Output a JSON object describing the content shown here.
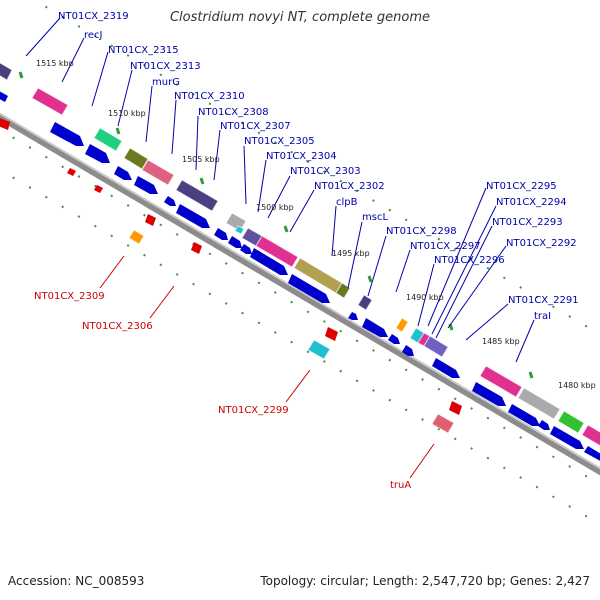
{
  "title": "Clostridium novyi NT, complete genome",
  "footer": {
    "accession_label": "Accession:",
    "accession": "NC_008593",
    "topology_label": "Topology:",
    "topology": "circular",
    "length_label": "Length:",
    "length": "2,547,720 bp",
    "genes_label": "Genes:",
    "genes": "2,427"
  },
  "colors": {
    "backbone": "#8c8c8c",
    "cds_arrow": "#0000cc",
    "rna_marker": "#dd0000",
    "tick_green": "#339933",
    "label_blue": "#0000aa",
    "label_red": "#cc0000"
  },
  "scale_labels": [
    "1515 kbp",
    "1510 kbp",
    "1505 kbp",
    "1500 kbp",
    "1495 kbp",
    "1490 kbp",
    "1485 kbp",
    "1480 kbp"
  ],
  "top_labels": [
    "NT01CX_2319",
    "recJ",
    "NT01CX_2315",
    "NT01CX_2313",
    "murG",
    "NT01CX_2310",
    "NT01CX_2308",
    "NT01CX_2307",
    "NT01CX_2305",
    "NT01CX_2304",
    "NT01CX_2303",
    "NT01CX_2302",
    "clpB",
    "mscL",
    "NT01CX_2298",
    "NT01CX_2297",
    "NT01CX_2296",
    "NT01CX_2295",
    "NT01CX_2294",
    "NT01CX_2293",
    "NT01CX_2292",
    "NT01CX_2291",
    "traI"
  ],
  "bottom_labels": [
    "NT01CX_2309",
    "NT01CX_2306",
    "NT01CX_2299",
    "truA"
  ],
  "gene_blocks": [
    {
      "name": "gene-block-1",
      "color": "#4a4080"
    },
    {
      "name": "gene-block-2",
      "color": "#e03090"
    },
    {
      "name": "gene-block-3",
      "color": "#20d080"
    },
    {
      "name": "gene-block-4",
      "color": "#6a7a20"
    },
    {
      "name": "gene-block-5",
      "color": "#e06080"
    },
    {
      "name": "gene-block-6",
      "color": "#4a4080"
    },
    {
      "name": "gene-block-7",
      "color": "#aaaaaa"
    },
    {
      "name": "gene-block-8",
      "color": "#20c0d0"
    },
    {
      "name": "gene-block-9",
      "color": "#6050a0"
    },
    {
      "name": "gene-block-10",
      "color": "#e03090"
    },
    {
      "name": "gene-block-11",
      "color": "#b0a050"
    },
    {
      "name": "gene-block-12",
      "color": "#6a7a20"
    },
    {
      "name": "gene-block-13",
      "color": "#4a4080"
    },
    {
      "name": "gene-block-14",
      "color": "#ff9900"
    },
    {
      "name": "gene-block-15",
      "color": "#20c0d0"
    },
    {
      "name": "gene-block-16",
      "color": "#e03090"
    },
    {
      "name": "gene-block-17",
      "color": "#7060c0"
    },
    {
      "name": "gene-block-18",
      "color": "#e03090"
    },
    {
      "name": "gene-block-19",
      "color": "#aaaaaa"
    },
    {
      "name": "gene-block-20",
      "color": "#30c030"
    },
    {
      "name": "gene-block-21",
      "color": "#e03090"
    },
    {
      "name": "gene-block-22",
      "color": "#ff9900"
    },
    {
      "name": "gene-block-23",
      "color": "#20c0d0"
    },
    {
      "name": "gene-block-24",
      "color": "#e06070"
    }
  ]
}
